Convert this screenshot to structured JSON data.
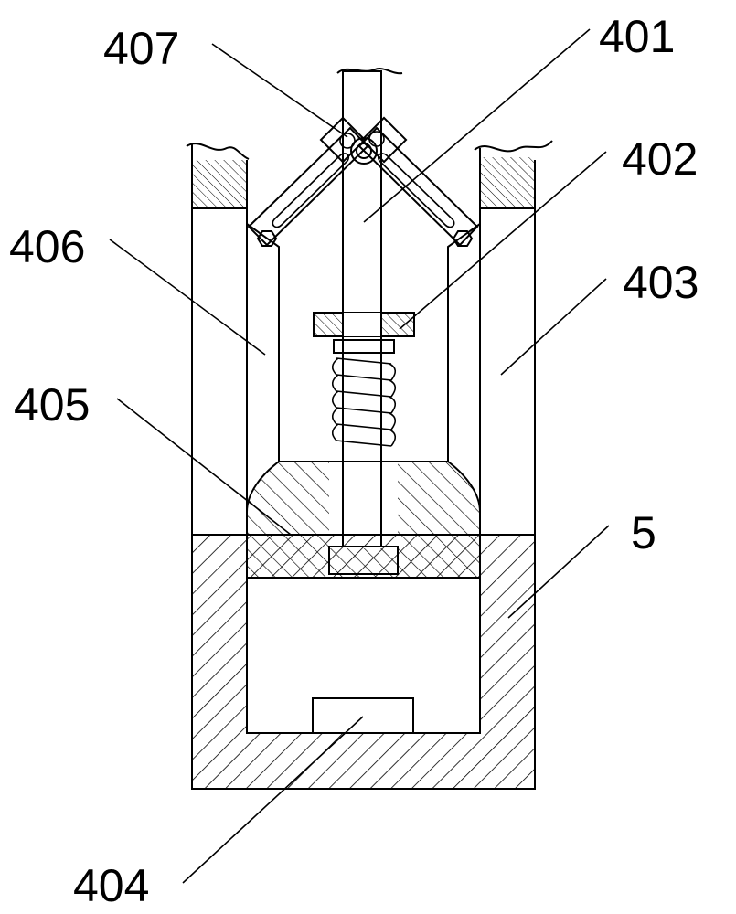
{
  "labels": {
    "l401": "401",
    "l402": "402",
    "l403": "403",
    "l404": "404",
    "l405": "405",
    "l406": "406",
    "l407": "407",
    "l5": "5"
  },
  "colors": {
    "stroke": "#000000",
    "background": "#ffffff"
  }
}
